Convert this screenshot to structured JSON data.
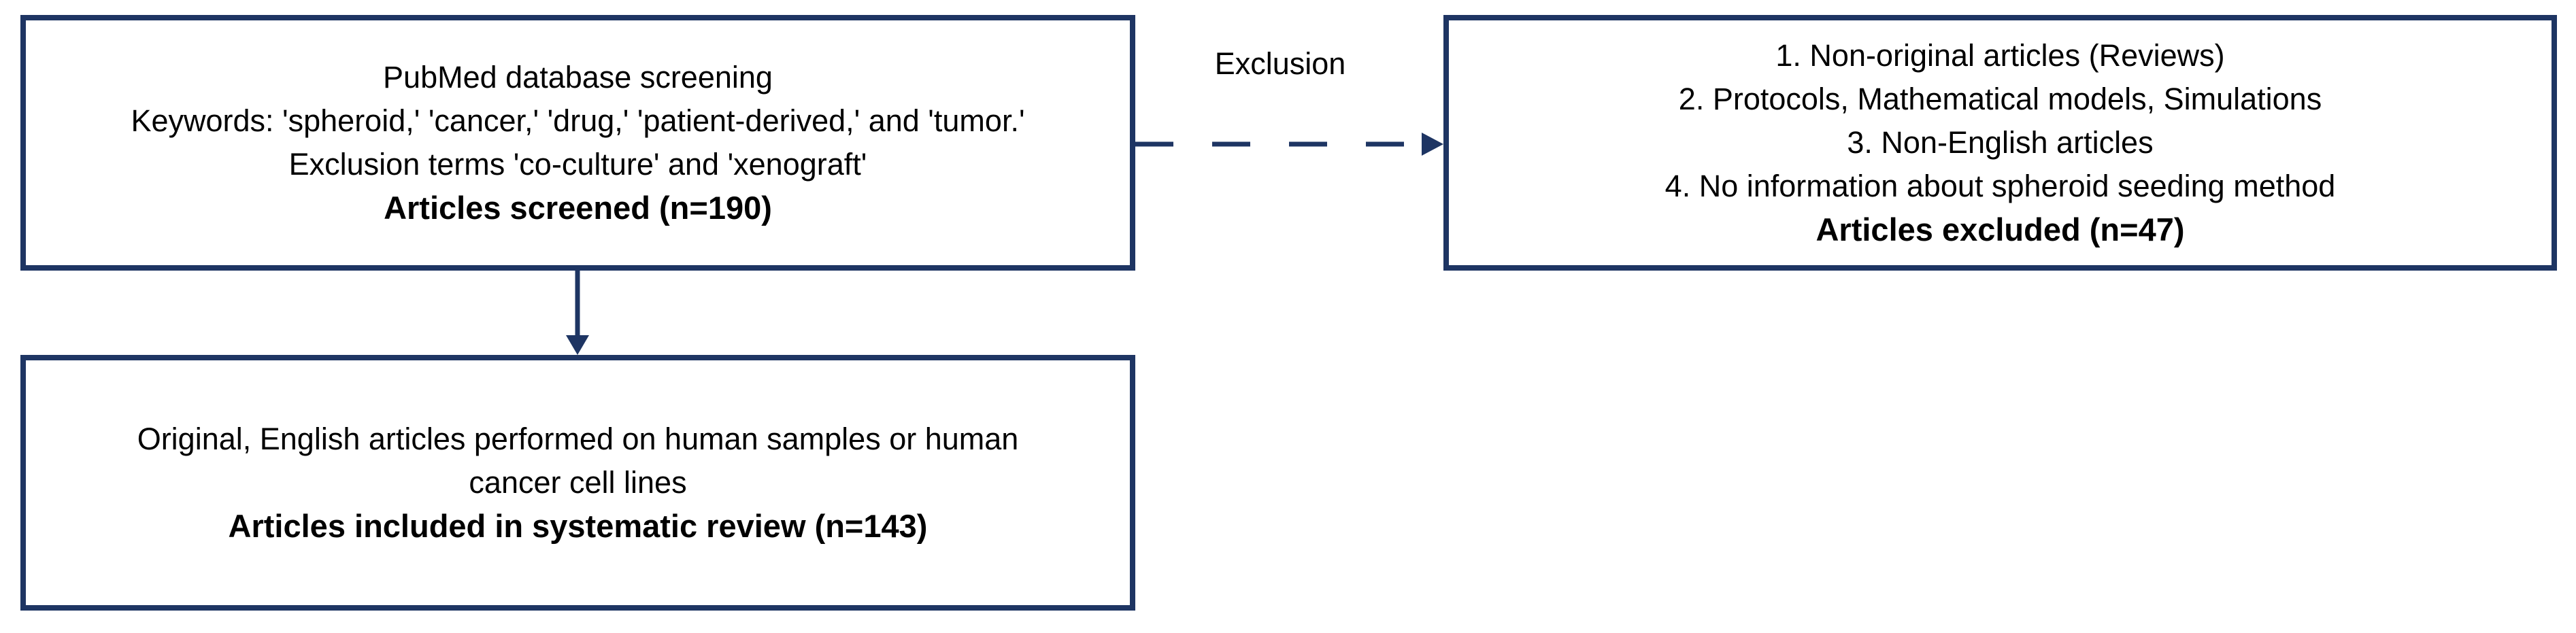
{
  "colors": {
    "line": "#1e3563",
    "text": "#000000",
    "background": "#ffffff"
  },
  "labels": {
    "exclusion": "Exclusion"
  },
  "boxes": {
    "screening": {
      "lines": [
        "PubMed database screening",
        "Keywords: 'spheroid,' 'cancer,' 'drug,' 'patient-derived,' and 'tumor.'",
        "Exclusion terms 'co-culture' and 'xenograft'"
      ],
      "result": "Articles screened (n=190)",
      "count": 190
    },
    "excluded": {
      "lines": [
        "1. Non-original articles (Reviews)",
        "2. Protocols, Mathematical models, Simulations",
        "3. Non-English articles",
        "4. No information about spheroid seeding method"
      ],
      "result": "Articles excluded (n=47)",
      "count": 47
    },
    "included": {
      "lines": [
        "Original, English articles performed on human samples or human",
        "cancer cell lines"
      ],
      "result": "Articles included in systematic review (n=143)",
      "count": 143
    }
  }
}
